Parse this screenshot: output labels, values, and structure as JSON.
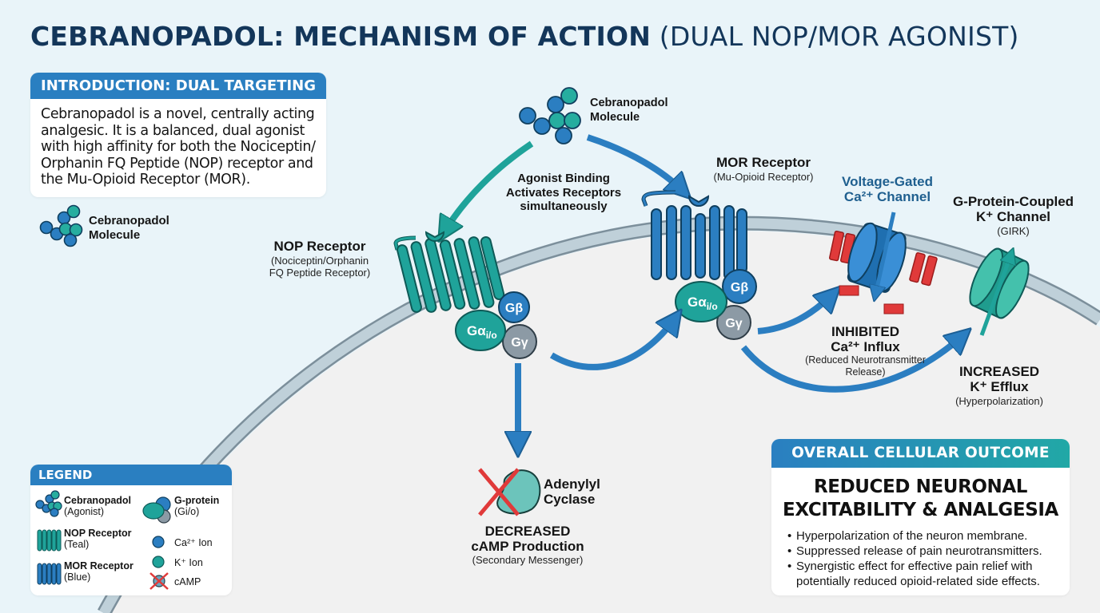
{
  "title": {
    "bold": "CEBRANOPADOL: MECHANISM OF ACTION",
    "light": "(DUAL NOP/MOR AGONIST)"
  },
  "intro": {
    "heading": "INTRODUCTION: DUAL TARGETING",
    "body": "Cebranopadol is a novel, centrally acting analgesic. It is a balanced, dual agonist with high affinity for both the Nociceptin/ Orphanin FQ Peptide (NOP) receptor and the Mu-Opioid Receptor (MOR)."
  },
  "molecule_left": {
    "line1": "Cebranopadol",
    "line2": "Molecule"
  },
  "molecule_top": {
    "line1": "Cebranopadol",
    "line2": "Molecule"
  },
  "binding_note": {
    "line1": "Agonist Binding",
    "line2": "Activates Receptors",
    "line3": "simultaneously"
  },
  "nop": {
    "title": "NOP Receptor",
    "sub1": "(Nociceptin/Orphanin",
    "sub2": "FQ Peptide Receptor)"
  },
  "mor": {
    "title": "MOR Receptor",
    "sub1": "(Mu-Opioid Receptor)"
  },
  "gprotein": {
    "alpha": "Gα",
    "alpha_sub": "i/o",
    "beta": "Gβ",
    "gamma": "Gγ"
  },
  "ca_channel": {
    "line1": "Voltage-Gated",
    "line2": "Ca²⁺ Channel"
  },
  "k_channel": {
    "line1": "G-Protein-Coupled",
    "line2": "K⁺ Channel",
    "sub": "(GIRK)"
  },
  "ca_effect": {
    "line1": "INHIBITED",
    "line2": "Ca²⁺ Influx",
    "sub1": "(Reduced Neurotransmitter",
    "sub2": "Release)"
  },
  "k_effect": {
    "line1": "INCREASED",
    "line2": "K⁺ Efflux",
    "sub": "(Hyperpolarization)"
  },
  "adenylyl": {
    "line1": "Adenylyl",
    "line2": "Cyclase"
  },
  "camp_effect": {
    "line1": "DECREASED",
    "line2": "cAMP Production",
    "sub": "(Secondary Messenger)"
  },
  "legend": {
    "heading": "LEGEND",
    "items": [
      {
        "icon": "molecule-icon",
        "bold": "Cebranopadol",
        "sub": "(Agonist)"
      },
      {
        "icon": "nop-receptor-icon",
        "bold": "NOP Receptor",
        "sub": "(Teal)"
      },
      {
        "icon": "mor-receptor-icon",
        "bold": "MOR Receptor",
        "sub": "(Blue)"
      },
      {
        "icon": "g-protein-icon",
        "bold": "G-protein",
        "sub": "(Gi/o)"
      },
      {
        "icon": "ca-ion-icon",
        "label": "Ca²⁺ Ion"
      },
      {
        "icon": "k-ion-icon",
        "label": "K⁺ Ion"
      },
      {
        "icon": "camp-crossed-icon",
        "label": "cAMP"
      }
    ]
  },
  "outcome": {
    "heading": "OVERALL CELLULAR OUTCOME",
    "big_line1": "REDUCED NEURONAL",
    "big_line2": "EXCITABILITY & ANALGESIA",
    "bullets": [
      "Hyperpolarization of the neuron membrane.",
      "Suppressed release of pain neurotransmitters.",
      "Synergistic effect for effective pain relief with potentially reduced opioid-related side effects."
    ]
  },
  "colors": {
    "teal": "#1fa39a",
    "blue": "#2b7ec1",
    "navy": "#13365a",
    "membrane": "#bccdd6",
    "red": "#e03a3a",
    "gray": "#8c9aa5"
  }
}
